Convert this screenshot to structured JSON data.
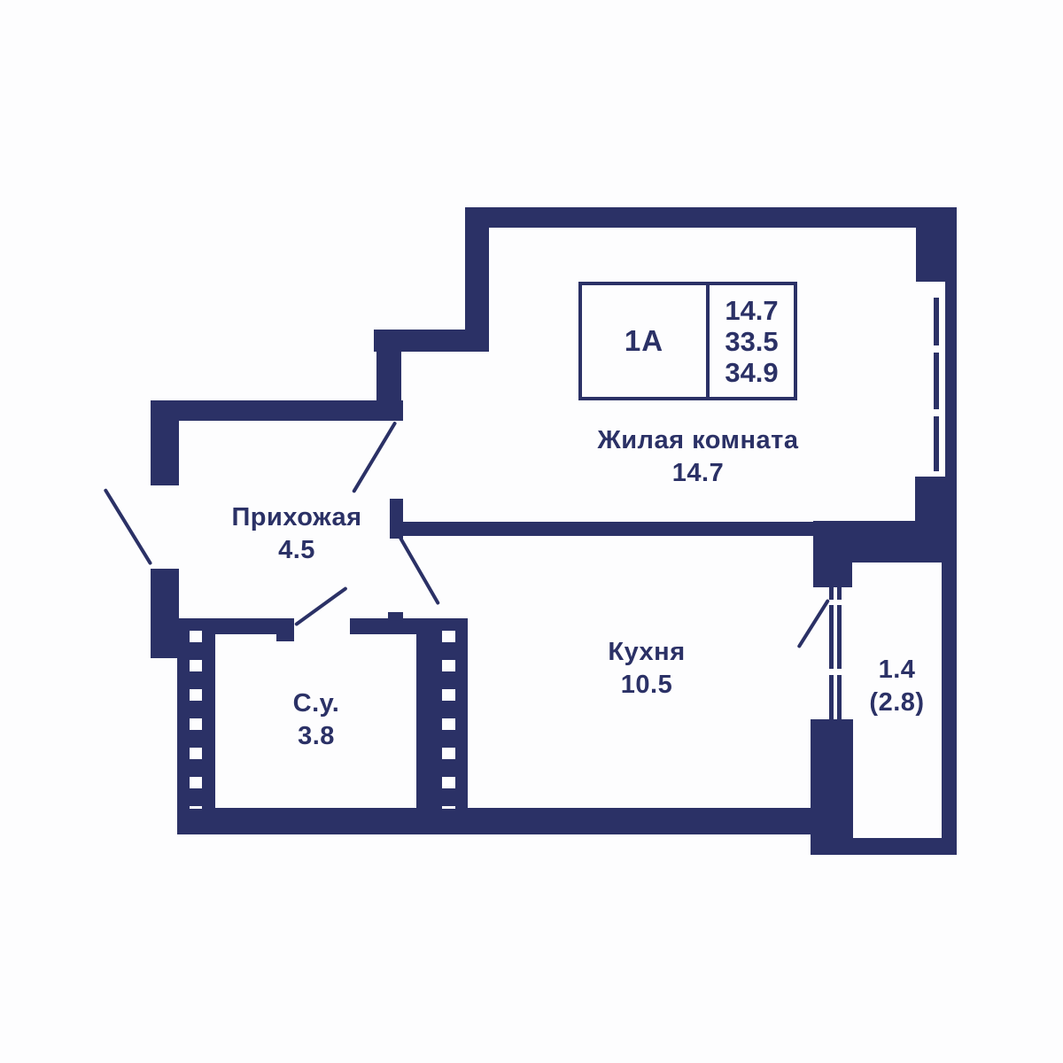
{
  "colors": {
    "wall": "#2b3166",
    "background": "#fdfdfe"
  },
  "unit_card": {
    "unit": "1А",
    "values": [
      "14.7",
      "33.5",
      "34.9"
    ]
  },
  "rooms": {
    "living": {
      "name": "Жилая комната",
      "area": "14.7"
    },
    "hallway": {
      "name": "Прихожая",
      "area": "4.5"
    },
    "kitchen": {
      "name": "Кухня",
      "area": "10.5"
    },
    "bathroom": {
      "name": "С.у.",
      "area": "3.8"
    },
    "balcony": {
      "area": "1.4",
      "area_coeff": "(2.8)"
    }
  }
}
